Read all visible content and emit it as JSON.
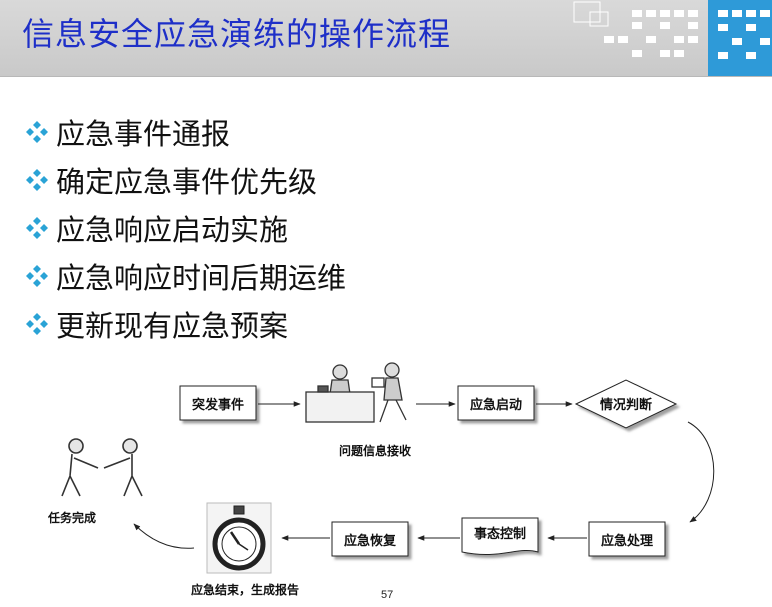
{
  "slide": {
    "title": "信息安全应急演练的操作流程",
    "page_number": "57"
  },
  "bullets": [
    {
      "text": "应急事件通报"
    },
    {
      "text": "确定应急事件优先级"
    },
    {
      "text": "应急响应启动实施"
    },
    {
      "text": "应急响应时间后期运维"
    },
    {
      "text": "更新现有应急预案"
    }
  ],
  "flowchart": {
    "nodes": {
      "incident": "突发事件",
      "receive": "问题信息接收",
      "start": "应急启动",
      "judge": "情况判断",
      "handle": "应急处理",
      "control": "事态控制",
      "recover": "应急恢复",
      "finish": "应急结束，生成报告",
      "done": "任务完成"
    }
  },
  "colors": {
    "title": "#1e2fc8",
    "bullet_icon": "#2aa3d6",
    "deco_blue": "#2e9ad8"
  }
}
